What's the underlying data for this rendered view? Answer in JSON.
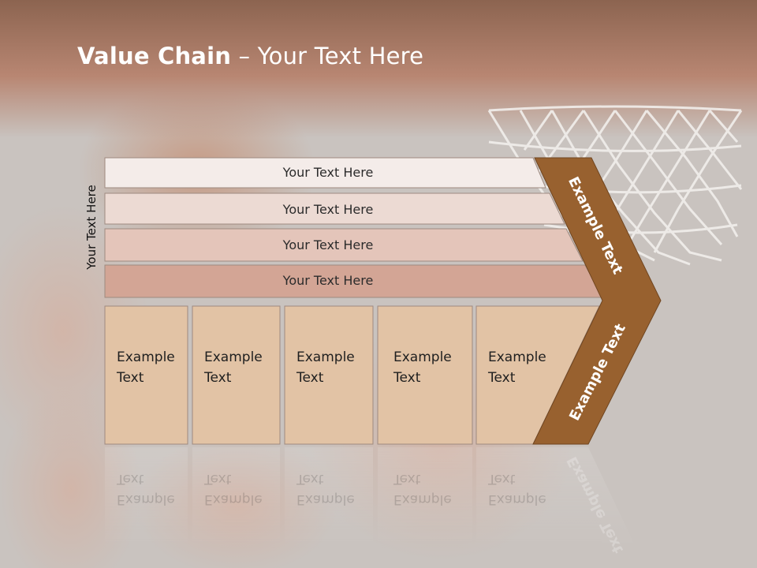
{
  "slide": {
    "title_bold": "Value Chain",
    "title_rest": " – Your Text Here",
    "side_label": "Your Text Here",
    "rows": [
      {
        "label": "Your Text Here",
        "fill": "#f4ece9"
      },
      {
        "label": "Your Text Here",
        "fill": "#ecdad3"
      },
      {
        "label": "Your Text Here",
        "fill": "#e4c5ba"
      },
      {
        "label": "Your Text Here",
        "fill": "#d3a595"
      }
    ],
    "cells": [
      {
        "line1": "Example",
        "line2": "Text"
      },
      {
        "line1": "Example",
        "line2": "Text"
      },
      {
        "line1": "Example",
        "line2": "Text"
      },
      {
        "line1": "Example",
        "line2": "Text"
      },
      {
        "line1": "Example",
        "line2": "Text"
      }
    ],
    "chevron_upper_label": "Example Text",
    "chevron_lower_label": "Example Text"
  },
  "colors": {
    "header_band": "#b07c66",
    "cell_fill": "#e2c3a5",
    "chevron_fill": "#98612f",
    "background": "#c9c3bf"
  }
}
